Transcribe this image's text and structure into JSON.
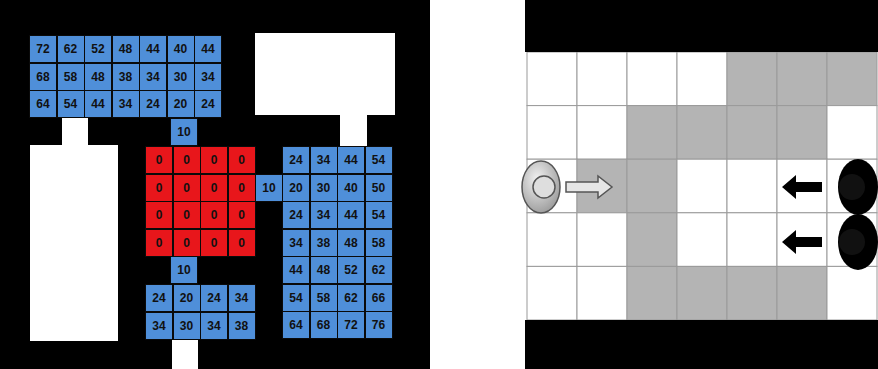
{
  "diagram": {
    "labels": [
      "72",
      "62",
      "52",
      "48",
      "44",
      "40",
      "44",
      "68",
      "58",
      "48",
      "38",
      "34",
      "30",
      "34",
      "64",
      "54",
      "44",
      "34",
      "24",
      "20",
      "24",
      "10",
      "0",
      "0",
      "0",
      "0",
      "0",
      "0",
      "0",
      "0",
      "0",
      "0",
      "0",
      "0",
      "0",
      "0",
      "0",
      "0",
      "10",
      "24",
      "34",
      "44",
      "54",
      "20",
      "30",
      "40",
      "50",
      "24",
      "34",
      "44",
      "54",
      "34",
      "38",
      "48",
      "58",
      "44",
      "48",
      "52",
      "62",
      "54",
      "58",
      "62",
      "66",
      "64",
      "68",
      "72",
      "76",
      "10",
      "24",
      "20",
      "24",
      "34",
      "34",
      "30",
      "34",
      "38"
    ]
  }
}
